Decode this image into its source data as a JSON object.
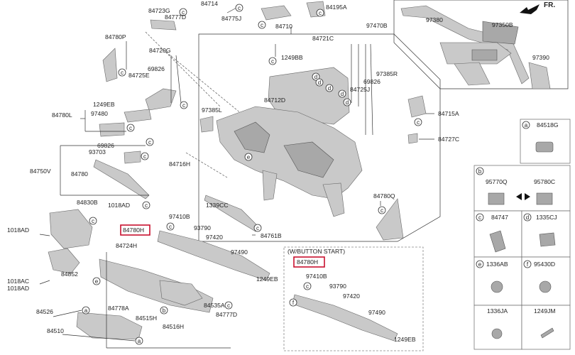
{
  "labels": {
    "l84714": "84714",
    "l84723G": "84723G",
    "l84777D_top": "84777D",
    "l84775J": "84775J",
    "l84195A": "84195A",
    "l84710": "84710",
    "l97470B": "97470B",
    "l97380": "97380",
    "l97350B": "97350B",
    "l97390": "97390",
    "fr": "FR.",
    "l84780P": "84780P",
    "l84720G": "84720G",
    "l69826_a": "69826",
    "l84725E": "84725E",
    "l84721C": "84721C",
    "l1249BB": "1249BB",
    "l97385R": "97385R",
    "l69826_b": "69826",
    "l84725J": "84725J",
    "l84712D": "84712D",
    "l1249EB_a": "1249EB",
    "l84780L": "84780L",
    "l97480": "97480",
    "l97385L": "97385L",
    "l84715A": "84715A",
    "l84727C": "84727C",
    "l69826_c": "69826",
    "l93703": "93703",
    "l84750V": "84750V",
    "l84780": "84780",
    "l84716H": "84716H",
    "l84830B": "84830B",
    "l1018AD_a": "1018AD",
    "l1339CC": "1339CC",
    "l84780Q": "84780Q",
    "l1018AD_b": "1018AD",
    "l97410B_a": "97410B",
    "l93790_a": "93790",
    "l97420_a": "97420",
    "l84761B": "84761B",
    "l84780H_a": "84780H",
    "l84724H": "84724H",
    "l97490_a": "97490",
    "l1249EB_b": "1249EB",
    "l84852": "84852",
    "l1018AC": "1018AC",
    "l1018AD_c": "1018AD",
    "l84778A": "84778A",
    "l84515H": "84515H",
    "l84516H": "84516H",
    "l84535A": "84535A",
    "l84777D_bot": "84777D",
    "l84526": "84526",
    "l84510": "84510",
    "wbutton": "(W/BUTTON START)",
    "l84780H_b": "84780H",
    "l97410B_b": "97410B",
    "l93790_b": "93790",
    "l97420_b": "97420",
    "l97490_b": "97490",
    "l1249EB_c": "1249EB"
  },
  "callouts": [
    "a",
    "b",
    "c",
    "d",
    "e",
    "f"
  ],
  "legend": {
    "a": {
      "letter": "a",
      "code": "84518G"
    },
    "b": {
      "letter": "b",
      "left": "95770Q",
      "right": "95780C"
    },
    "c": {
      "letter": "c",
      "code": "84747"
    },
    "d": {
      "letter": "d",
      "code": "1335CJ"
    },
    "e": {
      "letter": "e",
      "code": "1336AB"
    },
    "f": {
      "letter": "f",
      "code": "95430D"
    },
    "g": {
      "code": "1336JA"
    },
    "h": {
      "code": "1249JM"
    }
  },
  "colors": {
    "highlight": "#c8102e",
    "part_fill": "#c9c9c9",
    "line": "#333333"
  }
}
